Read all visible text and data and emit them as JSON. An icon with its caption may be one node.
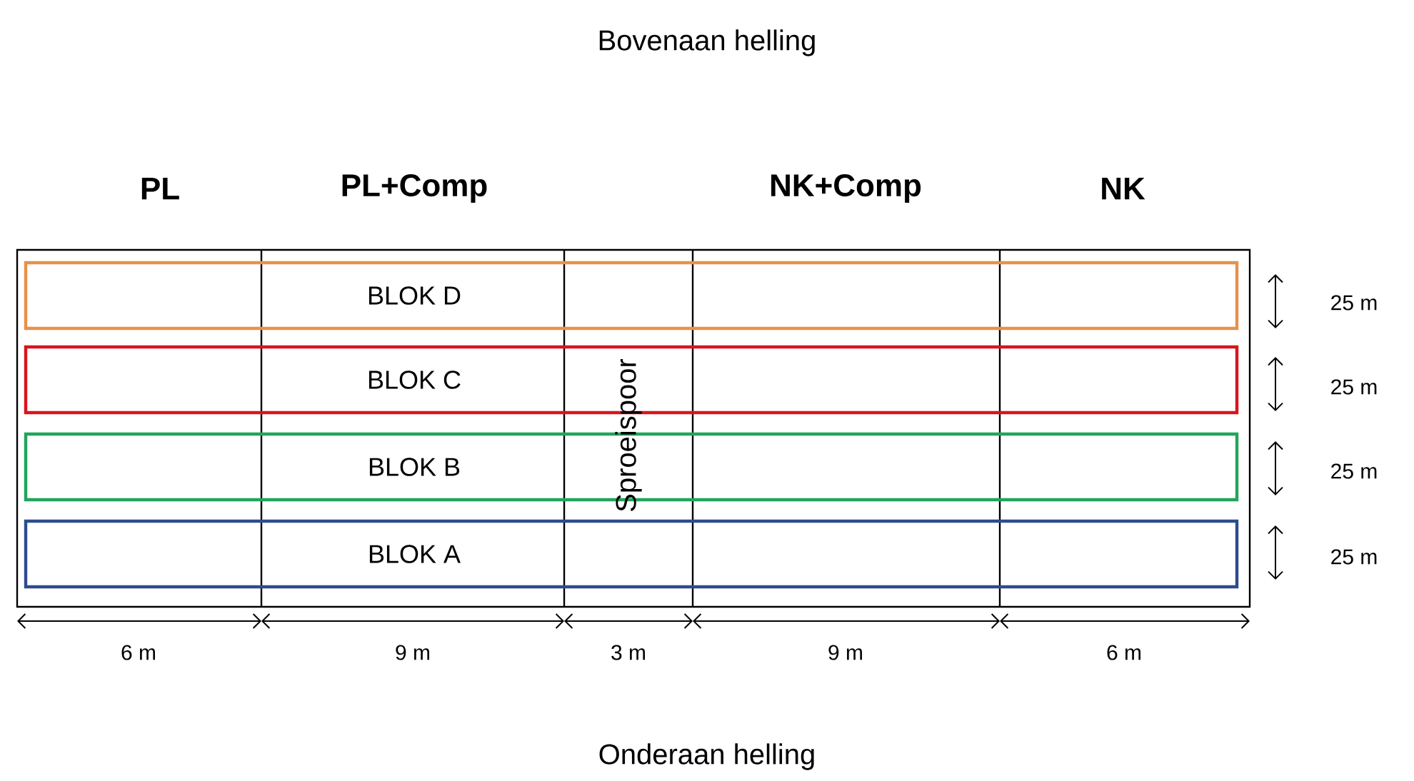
{
  "diagram": {
    "nodes": [
      {
        "text": [
          "BLOK D"
        ]
      },
      {
        "text": [
          "BLOK C"
        ]
      },
      {
        "text": [
          "BLOK B"
        ]
      },
      {
        "text": [
          "BLOK A"
        ]
      }
    ],
    "labels": [
      "Bovenaan helling",
      "PL",
      "PL+Comp",
      "NK+Comp",
      "NK",
      "Sproeispoor",
      "25 m",
      "25 m",
      "25 m",
      "25 m",
      "6 m",
      "9 m",
      "3 m",
      "9 m",
      "6 m",
      "Onderaan helling"
    ]
  }
}
